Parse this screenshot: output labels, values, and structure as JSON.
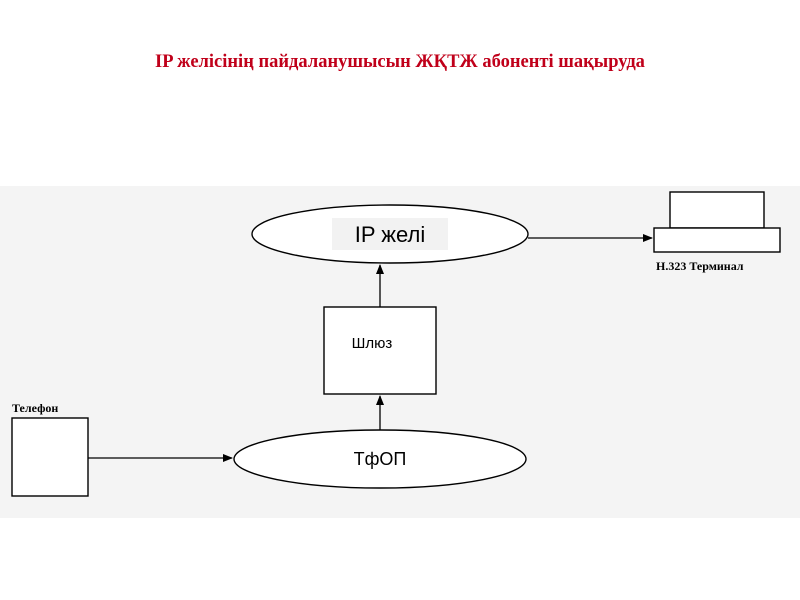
{
  "title": "IP желісінің пайдаланушысын ЖҚТЖ абоненті шақыруда",
  "diagram": {
    "nodes": {
      "ip_network": "IP желі",
      "gateway": "Шлюз",
      "pstn": "ТфОП",
      "telephone": "Телефон",
      "terminal": "H.323 Терминал"
    },
    "edges": [
      {
        "from": "telephone",
        "to": "pstn"
      },
      {
        "from": "pstn",
        "to": "gateway"
      },
      {
        "from": "gateway",
        "to": "ip_network"
      },
      {
        "from": "ip_network",
        "to": "terminal"
      }
    ]
  }
}
